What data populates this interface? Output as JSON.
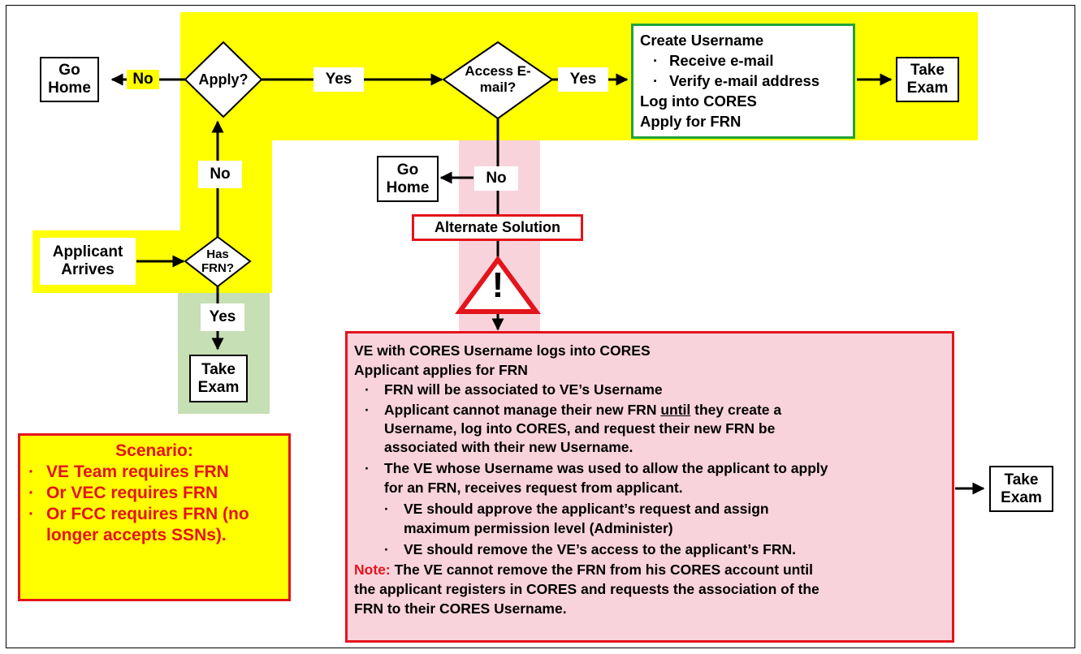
{
  "nodes": {
    "go_home_1": "Go Home",
    "go_home_2": "Go Home",
    "apply_q": "Apply?",
    "access_email_q": "Access E-mail?",
    "has_frn_q": "Has FRN?",
    "applicant_arrives": "Applicant Arrives",
    "take_exam_top": "Take Exam",
    "take_exam_bottom": "Take Exam",
    "take_exam_right": "Take Exam",
    "alternate_solution": "Alternate Solution",
    "warning_mark": "!"
  },
  "edges": {
    "no_apply": "No",
    "yes_apply": "Yes",
    "yes_email": "Yes",
    "no_email": "No",
    "no_frn": "No",
    "yes_frn": "Yes"
  },
  "create_box": {
    "line1": "Create Username",
    "bullet1": "Receive e-mail",
    "bullet2": "Verify e-mail address",
    "line2": "Log into CORES",
    "line3": "Apply for FRN"
  },
  "scenario": {
    "title": "Scenario:",
    "items": [
      "VE Team requires FRN",
      "Or VEC requires FRN",
      "Or FCC requires FRN (no longer accepts SSNs)."
    ]
  },
  "solution": {
    "line1": "VE with CORES Username logs into CORES",
    "line2": "Applicant applies for FRN",
    "b1": "FRN will be associated to VE’s Username",
    "b2_pre": "Applicant cannot manage their new FRN ",
    "b2_until": "until",
    "b2_post": " they create a",
    "b2_l2": "Username, log into CORES, and request their new FRN be",
    "b2_l3": "associated with their new Username.",
    "b3_l1": "The VE whose Username was used to allow the applicant to apply",
    "b3_l2": "for an FRN, receives request from applicant.",
    "s1_l1": "VE should approve the applicant’s request and assign",
    "s1_l2": "maximum permission level (Administer)",
    "s2": "VE should remove the VE’s access to the applicant’s FRN.",
    "note_label": "Note:",
    "note_l1": " The VE cannot remove the FRN from his CORES account until",
    "note_l2": "the applicant registers in CORES and requests the association of the",
    "note_l3": "FRN to their CORES Username."
  },
  "colors": {
    "yellow": "#ffff00",
    "pink": "#f9d3dc",
    "green_bg": "#c6dfb4",
    "green_border": "#21a43c",
    "red": "#e3141b",
    "scenario_text": "#e3141b"
  }
}
